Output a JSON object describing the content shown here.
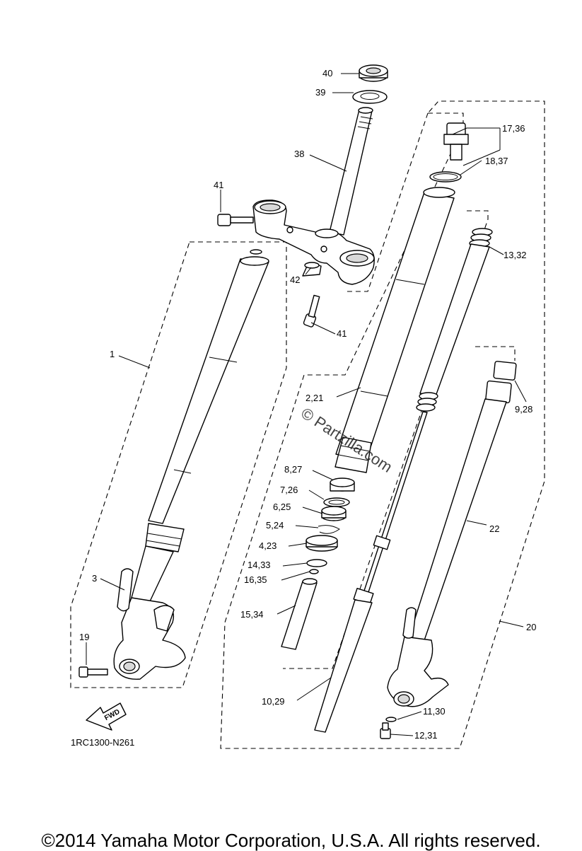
{
  "diagram_code": "1RC1300-N261",
  "fwd_label": "FWD",
  "watermark": "© Partzilla.com",
  "footer": "©2014 Yamaha Motor Corporation, U.S.A. All rights reserved.",
  "callouts": {
    "c40": "40",
    "c39": "39",
    "c38": "38",
    "c41a": "41",
    "c41b": "41",
    "c42": "42",
    "c1": "1",
    "c3": "3",
    "c19": "19",
    "c17_36": "17,36",
    "c18_37": "18,37",
    "c13_32": "13,32",
    "c2_21": "2,21",
    "c9_28": "9,28",
    "c8_27": "8,27",
    "c7_26": "7,26",
    "c6_25": "6,25",
    "c5_24": "5,24",
    "c4_23": "4,23",
    "c14_33": "14,33",
    "c16_35": "16,35",
    "c15_34": "15,34",
    "c22": "22",
    "c20": "20",
    "c10_29": "10,29",
    "c11_30": "11,30",
    "c12_31": "12,31"
  }
}
